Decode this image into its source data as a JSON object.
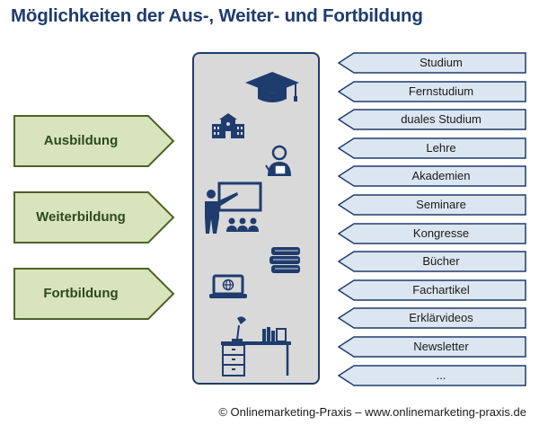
{
  "title": "Möglichkeiten der Aus-, Weiter- und Fortbildung",
  "left_items": [
    {
      "label": "Ausbildung"
    },
    {
      "label": "Weiterbildung"
    },
    {
      "label": "Fortbildung"
    }
  ],
  "right_items": [
    {
      "label": "Studium"
    },
    {
      "label": "Fernstudium"
    },
    {
      "label": "duales Studium"
    },
    {
      "label": "Lehre"
    },
    {
      "label": "Akademien"
    },
    {
      "label": "Seminare"
    },
    {
      "label": "Kongresse"
    },
    {
      "label": "Bücher"
    },
    {
      "label": "Fachartikel"
    },
    {
      "label": "Erklärvideos"
    },
    {
      "label": "Newsletter"
    },
    {
      "label": "..."
    }
  ],
  "icons": [
    "graduation-cap-icon",
    "school-building-icon",
    "student-reading-icon",
    "teacher-presentation-icon",
    "books-stack-icon",
    "laptop-globe-icon",
    "desk-lamp-icon"
  ],
  "colors": {
    "title": "#1f3c6e",
    "left_fill": "#d8e4bc",
    "left_border": "#4f6228",
    "right_fill": "#dce6f1",
    "right_border": "#1f3c6e",
    "panel_fill": "#d9d9d9",
    "icon": "#1f3c6e"
  },
  "footer": {
    "copyright": "© Onlinemarketing-Praxis – www.onlinemarketing-praxis.de"
  }
}
